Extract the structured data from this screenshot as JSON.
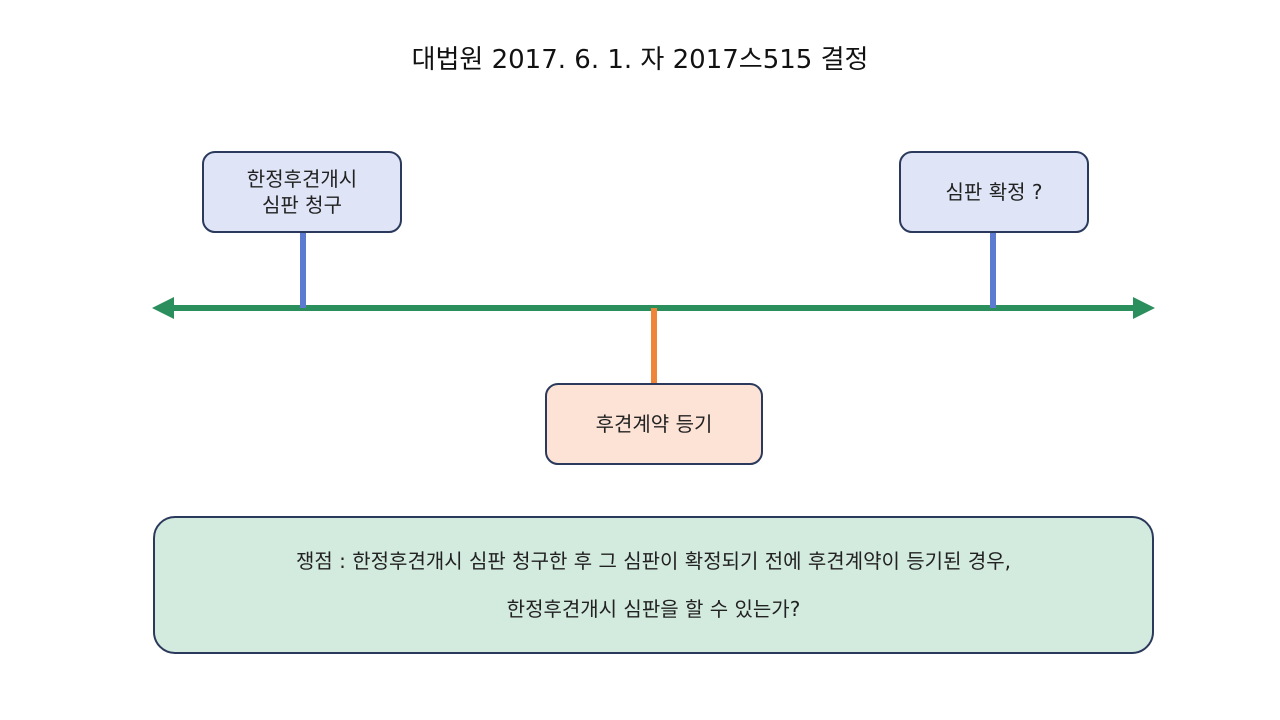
{
  "title": "대법원 2017. 6. 1. 자 2017스515 결정",
  "colors": {
    "timeline": "#2a8f5c",
    "blue_marker": "#5a7bd0",
    "orange_marker": "#ef8538",
    "box_blue_fill": "#dfe5f7",
    "box_orange_fill": "#fde3d6",
    "issue_fill": "#d3eadf",
    "border": "#2b3a5c"
  },
  "events": [
    {
      "label": "한정후견개시\n심판 청구",
      "side": "above",
      "color": "blue"
    },
    {
      "label": "후견계약 등기",
      "side": "below",
      "color": "orange"
    },
    {
      "label": "심판 확정 ?",
      "side": "above",
      "color": "blue"
    }
  ],
  "issue": {
    "line1": "쟁점 : 한정후견개시 심판 청구한 후 그 심판이 확정되기 전에 후견계약이 등기된 경우,",
    "line2": "한정후견개시 심판을 할 수 있는가?"
  }
}
